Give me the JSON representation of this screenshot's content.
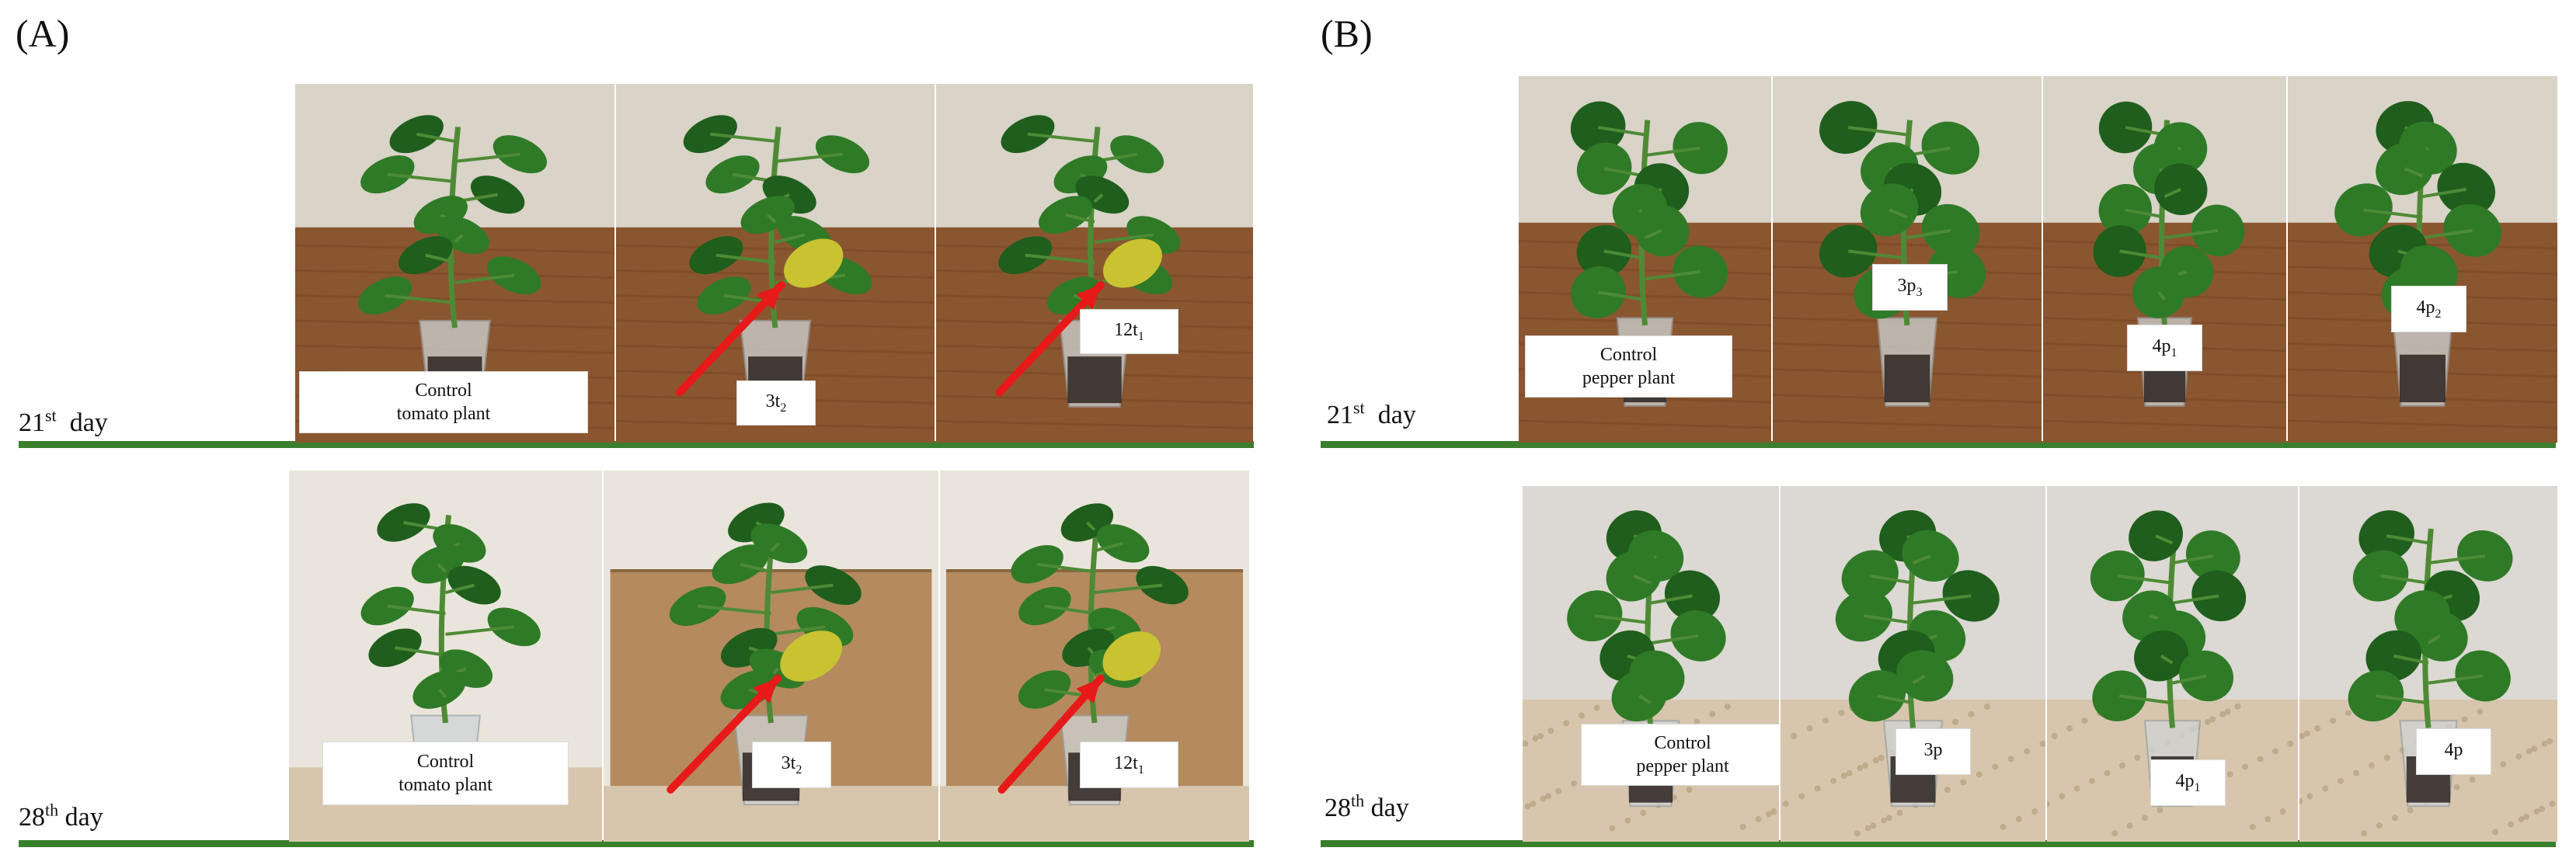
{
  "panels": [
    {
      "label": "(A)",
      "rows": [
        {
          "day_num": "21",
          "day_sup": "st",
          "day_rest": "day",
          "photos": [
            {
              "caption_lines": [
                "Control",
                "tomato plant"
              ]
            },
            {
              "caption_main": "3t",
              "caption_sub": "2",
              "arrow": true
            },
            {
              "caption_main": "12t",
              "caption_sub": "1",
              "arrow": true
            }
          ]
        },
        {
          "day_num": "28",
          "day_sup": "th",
          "day_rest": "day",
          "photos": [
            {
              "caption_lines": [
                "Control",
                "tomato plant"
              ]
            },
            {
              "caption_main": "3t",
              "caption_sub": "2",
              "arrow": true
            },
            {
              "caption_main": "12t",
              "caption_sub": "1",
              "arrow": true
            }
          ]
        }
      ]
    },
    {
      "label": "(B)",
      "rows": [
        {
          "day_num": "21",
          "day_sup": "st",
          "day_rest": "day",
          "photos": [
            {
              "caption_lines": [
                "Control",
                "pepper plant"
              ]
            },
            {
              "caption_main": "3p",
              "caption_sub": "3"
            },
            {
              "caption_main": "4p",
              "caption_sub": "1"
            },
            {
              "caption_main": "4p",
              "caption_sub": "2"
            }
          ]
        },
        {
          "day_num": "28",
          "day_sup": "th",
          "day_rest": "day",
          "photos": [
            {
              "caption_lines": [
                "Control",
                "pepper plant"
              ]
            },
            {
              "caption_main": "3p",
              "caption_sub": ""
            },
            {
              "caption_main": "4p",
              "caption_sub": "1"
            },
            {
              "caption_main": "4p",
              "caption_sub": ""
            }
          ]
        }
      ]
    }
  ],
  "colors": {
    "rule": "#3a7f2e",
    "arrow": "#e81919",
    "leaf": "#2f7a27",
    "leaf_dark": "#1f5e1c",
    "yellow_leaf": "#c9c231",
    "wood": "#8a5630",
    "cardboard": "#b48a5e",
    "wall": "#eae5dc",
    "counter": "#d7c6ad"
  }
}
